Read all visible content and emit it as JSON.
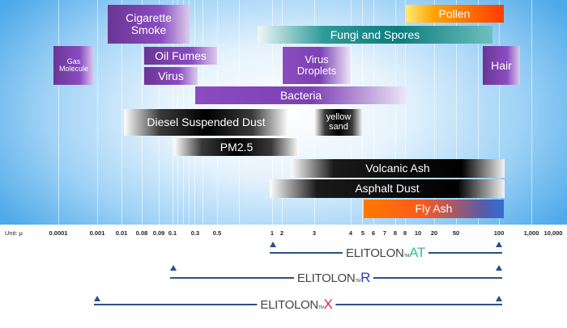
{
  "diagram": {
    "particles": [
      {
        "name": "Cigarette\nSmoke",
        "style": "purple"
      },
      {
        "name": "Pollen",
        "style": "pollen"
      },
      {
        "name": "Fungi and Spores",
        "style": "teal"
      },
      {
        "name": "Gas\nMolecule",
        "style": "purple"
      },
      {
        "name": "Oil Fumes",
        "style": "purple"
      },
      {
        "name": "Virus\nDroplets",
        "style": "purple-l"
      },
      {
        "name": "Hair",
        "style": "purple"
      },
      {
        "name": "Virus",
        "style": "purple"
      },
      {
        "name": "Bacteria",
        "style": "purple-l"
      },
      {
        "name": "Diesel Suspended Dust",
        "style": "dark"
      },
      {
        "name": "yellow\nsand",
        "style": "dark"
      },
      {
        "name": "PM2.5",
        "style": "dark"
      },
      {
        "name": "Volcanic Ash",
        "style": "dark-r"
      },
      {
        "name": "Asphalt Dust",
        "style": "dark-r"
      },
      {
        "name": "Fly Ash",
        "style": "flyash"
      }
    ],
    "unit_label": "Unit: μ",
    "scale_ticks": [
      "0.0001",
      "0.001",
      "0.01",
      "0.08",
      "0.09",
      "0.1",
      "0.3",
      "0.5",
      "1",
      "2",
      "3",
      "4",
      "5",
      "6",
      "7",
      "8",
      "9",
      "10",
      "20",
      "50",
      "100",
      "1,000",
      "10,000"
    ],
    "products": [
      {
        "name": "ELITOLON",
        "tm": "TM",
        "suffix": "AT",
        "color": "#34c08a"
      },
      {
        "name": "ELITOLON",
        "tm": "TM",
        "suffix": "R",
        "color": "#2b3fc0"
      },
      {
        "name": "ELITOLON",
        "tm": "TM",
        "suffix": "X",
        "color": "#e8243a"
      }
    ]
  }
}
